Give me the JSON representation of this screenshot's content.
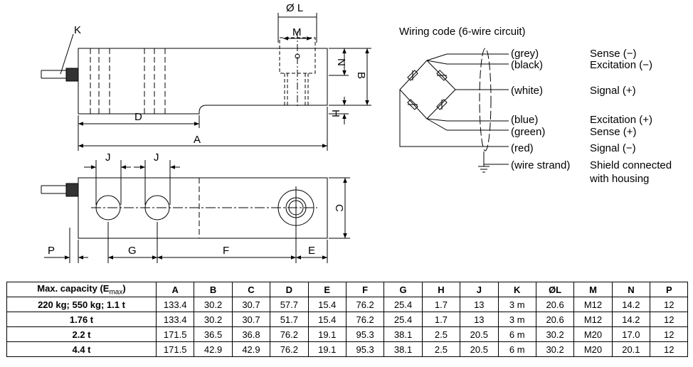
{
  "drawing": {
    "labels": {
      "k": "K",
      "phi_l": "Ø L",
      "m": "M",
      "n": "N",
      "b": "B",
      "h": "H",
      "d": "D",
      "a": "A",
      "j1": "J",
      "j2": "J",
      "c": "C",
      "p": "P",
      "g": "G",
      "f": "F",
      "e": "E"
    }
  },
  "wiring": {
    "title": "Wiring code (6-wire circuit)",
    "wires": [
      {
        "color": "(grey)",
        "function": "Sense (−)"
      },
      {
        "color": "(black)",
        "function": "Excitation (−)"
      },
      {
        "color": "(white)",
        "function": "Signal (+)"
      },
      {
        "color": "(blue)",
        "function": "Excitation (+)"
      },
      {
        "color": "(green)",
        "function": "Sense (+)"
      },
      {
        "color": "(red)",
        "function": "Signal (−)"
      },
      {
        "color": "(wire strand)",
        "function": "Shield connected",
        "function2": "with housing"
      }
    ]
  },
  "table": {
    "capacity_header": "Max. capacity (E",
    "capacity_sub": "max",
    "capacity_close": ")",
    "headers": [
      "A",
      "B",
      "C",
      "D",
      "E",
      "F",
      "G",
      "H",
      "J",
      "K",
      "ØL",
      "M",
      "N",
      "P"
    ],
    "rows": [
      {
        "capacity": "220 kg; 550 kg; 1.1 t",
        "values": [
          "133.4",
          "30.2",
          "30.7",
          "57.7",
          "15.4",
          "76.2",
          "25.4",
          "1.7",
          "13",
          "3 m",
          "20.6",
          "M12",
          "14.2",
          "12"
        ]
      },
      {
        "capacity": "1.76 t",
        "values": [
          "133.4",
          "30.2",
          "30.7",
          "51.7",
          "15.4",
          "76.2",
          "25.4",
          "1.7",
          "13",
          "3 m",
          "20.6",
          "M12",
          "14.2",
          "12"
        ]
      },
      {
        "capacity": "2.2 t",
        "values": [
          "171.5",
          "36.5",
          "36.8",
          "76.2",
          "19.1",
          "95.3",
          "38.1",
          "2.5",
          "20.5",
          "6 m",
          "30.2",
          "M20",
          "17.0",
          "12"
        ]
      },
      {
        "capacity": "4.4 t",
        "values": [
          "171.5",
          "42.9",
          "42.9",
          "76.2",
          "19.1",
          "95.3",
          "38.1",
          "2.5",
          "20.5",
          "6 m",
          "30.2",
          "M20",
          "20.1",
          "12"
        ]
      }
    ]
  }
}
